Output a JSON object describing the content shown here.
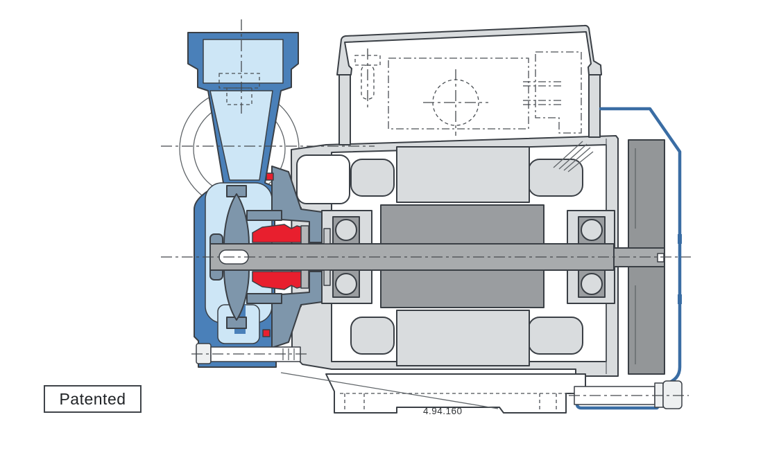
{
  "labels": {
    "patented": "Patented",
    "drawing_number": "4.94.160"
  },
  "colors": {
    "page_bg": "#ffffff",
    "casing_blue": "#4a80b9",
    "water_blue": "#cde6f6",
    "steel_blue": "#7e96ab",
    "seal_red": "#e81f2e",
    "light_gray": "#d9dcde",
    "mid_gray": "#a8abad",
    "rotor_gray": "#9a9da0",
    "fan_gray": "#939698",
    "outline_dark": "#3a3f45",
    "thin_line": "#5f6468",
    "cover_blue": "#3a6da4"
  },
  "components": [
    "discharge-nozzle",
    "pump-casing",
    "volute-outline",
    "impeller",
    "mechanical-seal",
    "o-ring",
    "shaft",
    "keyway",
    "front-bearing",
    "rear-bearing",
    "motor-frame",
    "terminal-box-cover",
    "terminal-box-hidden-details",
    "stator-core",
    "stator-windings",
    "rotor",
    "drive-end-bracket",
    "rear-bracket",
    "fan",
    "fan-cover",
    "motor-base",
    "casing-bolt",
    "tie-bolt",
    "centerlines"
  ]
}
